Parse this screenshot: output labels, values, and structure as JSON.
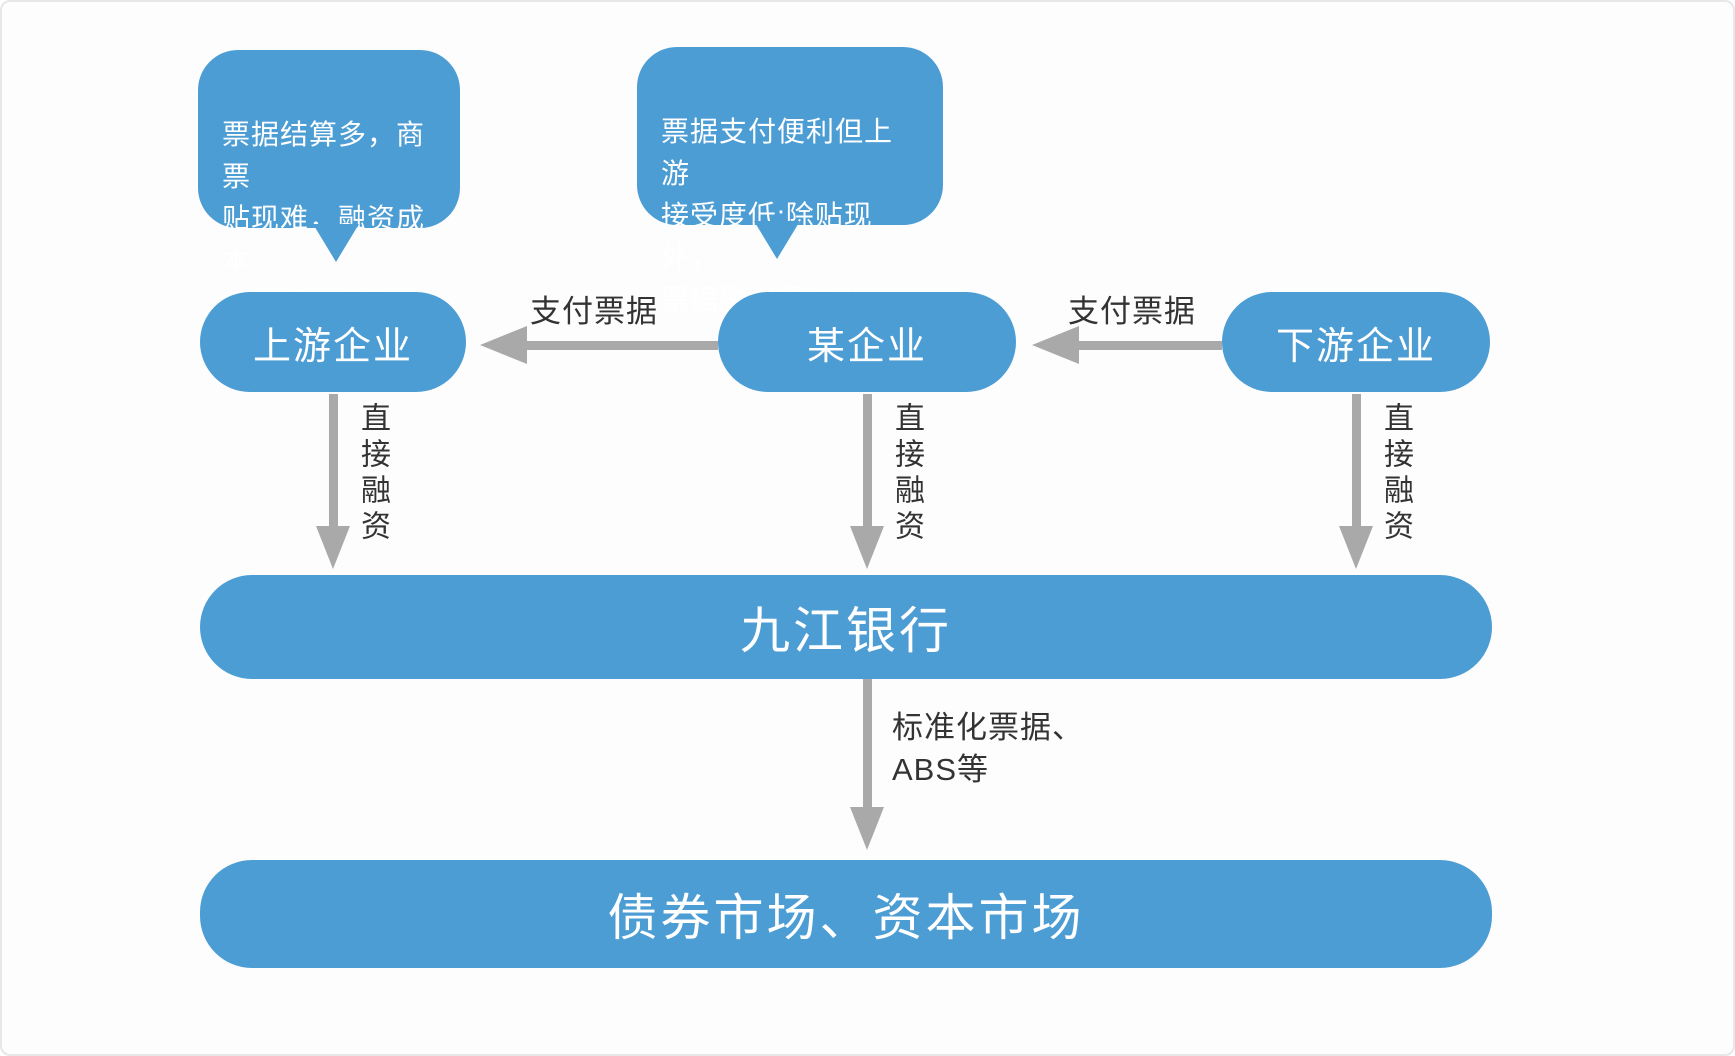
{
  "theme": {
    "shape_blue": "#4d9dd5",
    "arrow_gray": "#a9a9a9",
    "label_text": "#333333",
    "shape_text": "#ffffff",
    "background": "#fdfdfd"
  },
  "bubbles": [
    {
      "text": "票据结算多，商票\n贴现难，融资成本\n高，征信受影响。"
    },
    {
      "text": "票据支付便利但上游\n接受度低;除贴现外，\n票据融资渠道少。"
    }
  ],
  "entities": [
    {
      "label": "上游企业"
    },
    {
      "label": "某企业"
    },
    {
      "label": "下游企业"
    }
  ],
  "payment_arrows": [
    {
      "label": "支付票据"
    },
    {
      "label": "支付票据"
    }
  ],
  "financing_arrows": [
    {
      "label": "直接融资"
    },
    {
      "label": "直接融资"
    },
    {
      "label": "直接融资"
    }
  ],
  "bank": {
    "label": "九江银行"
  },
  "bank_to_market": {
    "label": "标准化票据、\nABS等"
  },
  "market": {
    "label": "债券市场、资本市场"
  }
}
